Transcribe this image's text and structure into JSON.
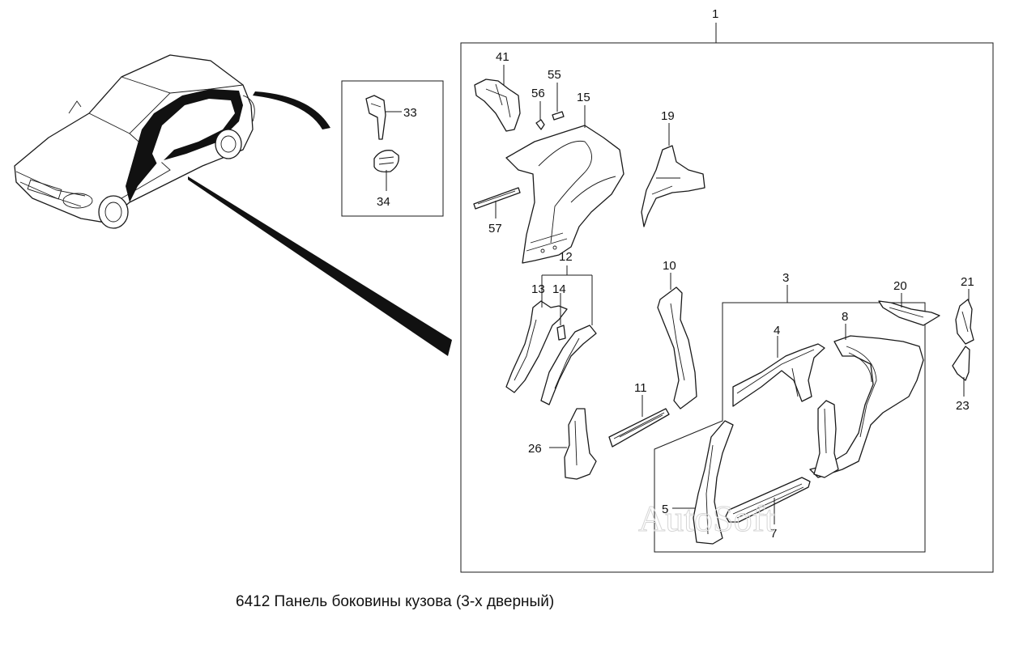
{
  "caption": "6412 Панель боковины кузова (3-х дверный)",
  "watermark": "AutoSoft",
  "labels": {
    "p1": "1",
    "p3": "3",
    "p4": "4",
    "p5": "5",
    "p7": "7",
    "p8": "8",
    "p10": "10",
    "p11": "11",
    "p12": "12",
    "p13": "13",
    "p14": "14",
    "p15": "15",
    "p19": "19",
    "p20": "20",
    "p21": "21",
    "p23": "23",
    "p26": "26",
    "p33": "33",
    "p34": "34",
    "p41": "41",
    "p55": "55",
    "p56": "56",
    "p57": "57"
  }
}
